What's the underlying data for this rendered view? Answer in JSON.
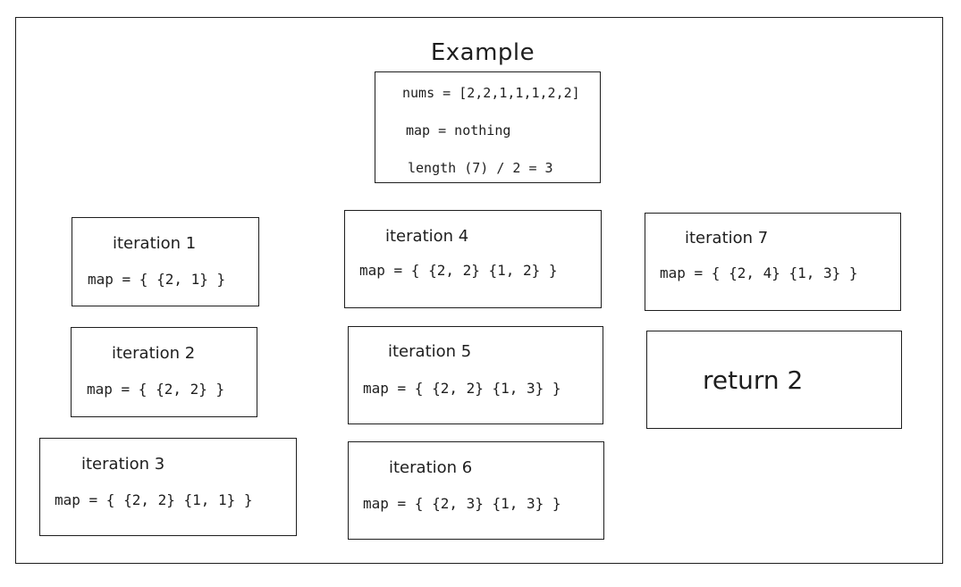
{
  "title": "Example",
  "setup": {
    "nums": "nums = [2,2,1,1,1,2,2]",
    "map": "map = nothing",
    "length": "length (7) / 2 = 3"
  },
  "iterations": [
    {
      "label": "iteration 1",
      "map": "map = { {2, 1} }"
    },
    {
      "label": "iteration 2",
      "map": "map = { {2, 2} }"
    },
    {
      "label": "iteration 3",
      "map": "map = { {2, 2} {1, 1} }"
    },
    {
      "label": "iteration 4",
      "map": "map = { {2, 2} {1, 2} }"
    },
    {
      "label": "iteration 5",
      "map": "map = { {2, 2} {1, 3} }"
    },
    {
      "label": "iteration 6",
      "map": "map = { {2, 3} {1, 3} }"
    },
    {
      "label": "iteration 7",
      "map": "map = { {2, 4} {1, 3} }"
    }
  ],
  "result": "return 2"
}
